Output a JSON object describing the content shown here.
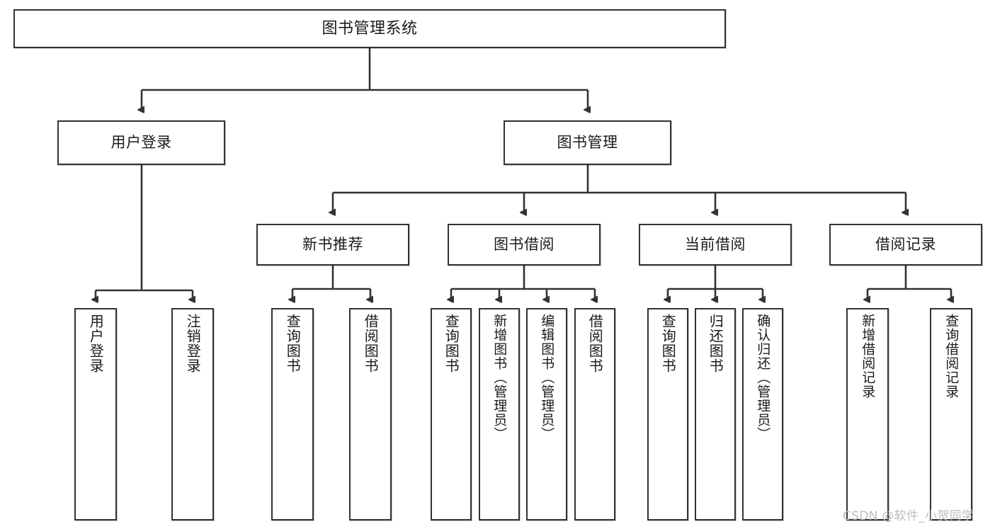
{
  "diagram": {
    "type": "tree-hierarchy",
    "title": "图书管理系统",
    "watermark": "CSDN @软件_小贺同学",
    "accent_color": "#333333",
    "background_color": "#ffffff",
    "nodes": {
      "root": {
        "label": "图书管理系统"
      },
      "level2": [
        {
          "id": "user-login",
          "label": "用户登录"
        },
        {
          "id": "book-manage",
          "label": "图书管理"
        }
      ],
      "level3": [
        {
          "id": "new-book-rec",
          "label": "新书推荐"
        },
        {
          "id": "book-borrow",
          "label": "图书借阅"
        },
        {
          "id": "current-borrow",
          "label": "当前借阅"
        },
        {
          "id": "borrow-record",
          "label": "借阅记录"
        }
      ],
      "leaves": {
        "user-login": [
          {
            "id": "leaf-user-login",
            "label": "用户登录"
          },
          {
            "id": "leaf-logout",
            "label": "注销登录"
          }
        ],
        "new-book-rec": [
          {
            "id": "leaf-query-book-1",
            "label": "查询图书"
          },
          {
            "id": "leaf-borrow-book-1",
            "label": "借阅图书"
          }
        ],
        "book-borrow": [
          {
            "id": "leaf-query-book-2",
            "label": "查询图书"
          },
          {
            "id": "leaf-add-book",
            "label": "新增图书（管理员）"
          },
          {
            "id": "leaf-edit-book",
            "label": "编辑图书（管理员）"
          },
          {
            "id": "leaf-borrow-book-2",
            "label": "借阅图书"
          }
        ],
        "current-borrow": [
          {
            "id": "leaf-query-book-3",
            "label": "查询图书"
          },
          {
            "id": "leaf-return-book",
            "label": "归还图书"
          },
          {
            "id": "leaf-confirm-return",
            "label": "确认归还（管理员）"
          }
        ],
        "borrow-record": [
          {
            "id": "leaf-add-record",
            "label": "新增借阅记录"
          },
          {
            "id": "leaf-query-record",
            "label": "查询借阅记录"
          }
        ]
      }
    }
  }
}
